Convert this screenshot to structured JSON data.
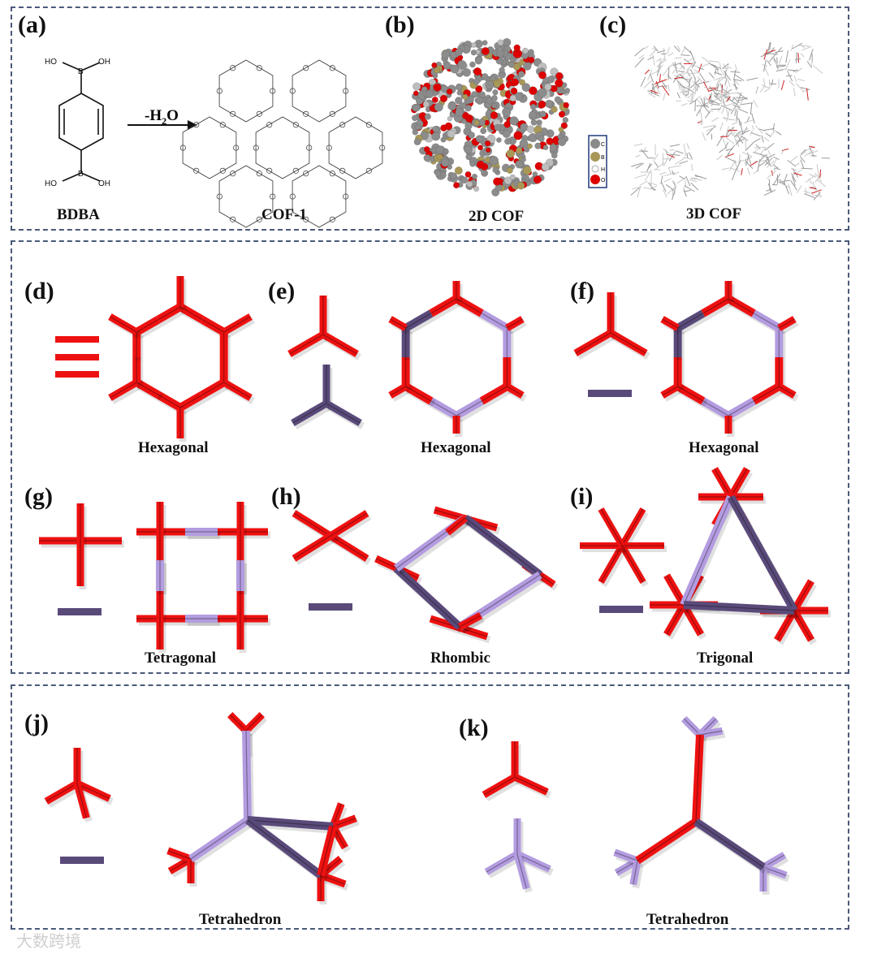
{
  "panel_labels": {
    "a": "(a)",
    "b": "(b)",
    "c": "(c)",
    "d": "(d)",
    "e": "(e)",
    "f": "(f)",
    "g": "(g)",
    "h": "(h)",
    "i": "(i)",
    "j": "(j)",
    "k": "(k)"
  },
  "top": {
    "bdba_label": "BDBA",
    "cof1_label": "COF-1",
    "reaction_label": "-H",
    "reaction_sub": "2",
    "reaction_tail": "O",
    "ho": "HO",
    "oh": "OH",
    "boron": "B",
    "cof2d_label": "2D COF",
    "cof3d_label": "3D COF",
    "legend_atoms": [
      "C",
      "B",
      "H",
      "O"
    ]
  },
  "captions": {
    "d": "Hexagonal",
    "e": "Hexagonal",
    "f": "Hexagonal",
    "g": "Tetragonal",
    "h": "Rhombic",
    "i": "Trigonal",
    "j": "Tetrahedron",
    "k": "Tetrahedron"
  },
  "watermark": "大数跨境",
  "colors": {
    "red": "#ee1111",
    "purple": "#5a4a7a",
    "lilac": "#b39ce0",
    "border": "#4a5a78",
    "carbon": "#888888",
    "oxygen": "#dd0000",
    "boron": "#a89858"
  }
}
